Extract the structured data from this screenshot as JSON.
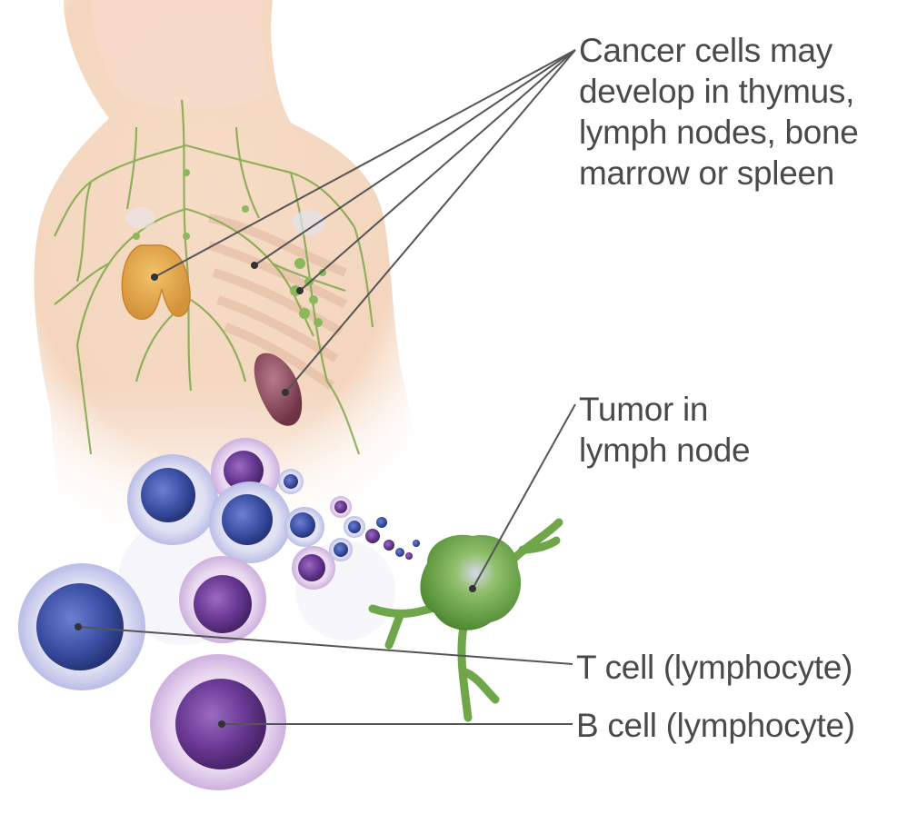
{
  "labels": {
    "cancer": [
      "Cancer cells may",
      "develop in thymus,",
      "lymph nodes, bone",
      "marrow or spleen"
    ],
    "tumor": [
      "Tumor in",
      "lymph node"
    ],
    "tcell": "T cell (lymphocyte)",
    "bcell": "B cell (lymphocyte)"
  },
  "colors": {
    "text": "#4a4a4a",
    "leader_line": "#555555",
    "skin": "#f3d2b8",
    "lymph_vessels": "#7ea84a",
    "thymus": "#e3a84a",
    "spleen": "#8a4a5c",
    "t_cell_nucleus": "#3e52a8",
    "b_cell_nucleus": "#6a3a96",
    "tumor": "#6fa64a"
  }
}
